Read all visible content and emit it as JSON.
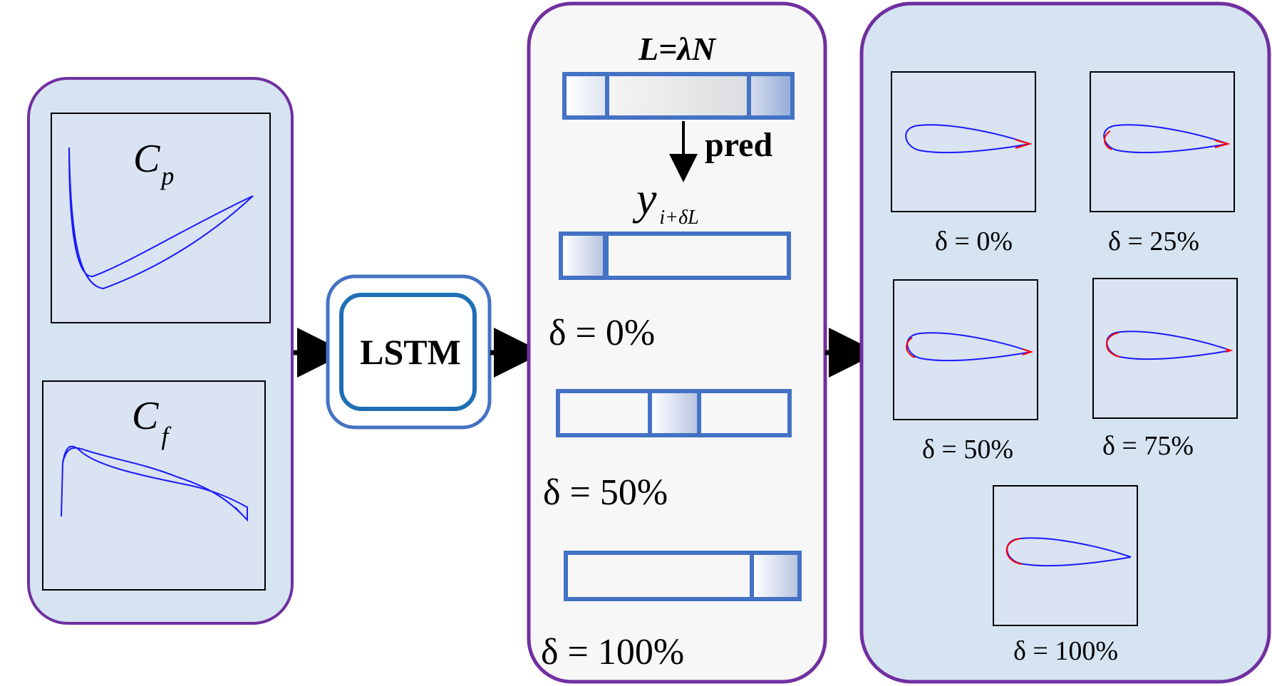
{
  "input_panel": {
    "cp_label": {
      "main": "C",
      "sub": "p"
    },
    "cf_label": {
      "main": "C",
      "sub": "f"
    }
  },
  "model": {
    "label": "LSTM"
  },
  "window_panel": {
    "formula": "L=λN",
    "pred_label": "pred",
    "target_label": {
      "main": "y",
      "sub": "i+δL"
    },
    "delta_labels": [
      "δ = 0%",
      "δ = 50%",
      "δ = 100%"
    ]
  },
  "result_panel": {
    "delta_labels": [
      "δ = 0%",
      "δ = 25%",
      "δ = 50%",
      "δ = 75%",
      "δ = 100%"
    ]
  },
  "colors": {
    "panel_fill": "#d6e4f2",
    "panel_border": "#7030a0",
    "bar_border": "#4472c4",
    "curve": "#1a1aff",
    "highlight": "#ff0000"
  }
}
